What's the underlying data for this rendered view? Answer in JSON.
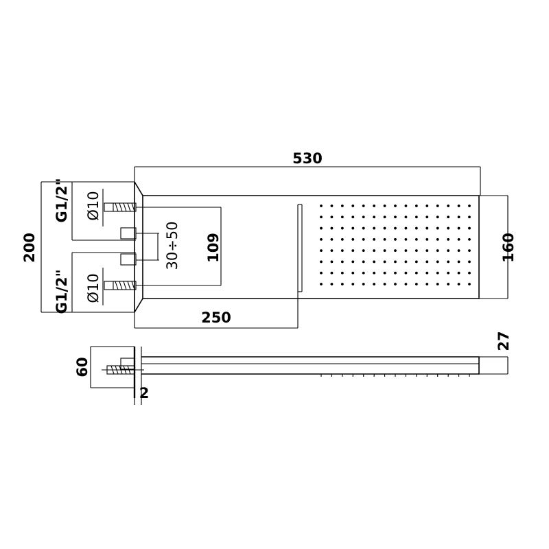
{
  "dimensions": {
    "overall_width": "530",
    "overall_height": "200",
    "panel_height": "160",
    "inlet_spacing": "109",
    "adjust_range": "30÷50",
    "inlet_offset": "250",
    "depth": "60",
    "panel_thickness": "27",
    "wall_gap": "2",
    "thread_top": "G1/2\"",
    "thread_bottom": "G1/2\"",
    "pipe_dia_top": "Ø10",
    "pipe_dia_bottom": "Ø10"
  }
}
